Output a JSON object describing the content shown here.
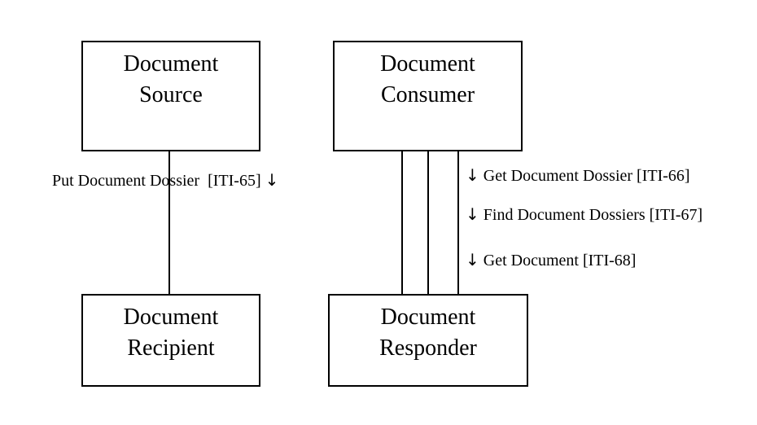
{
  "actors": {
    "source": {
      "line1": "Document",
      "line2": "Source"
    },
    "consumer": {
      "line1": "Document",
      "line2": "Consumer"
    },
    "recipient": {
      "line1": "Document",
      "line2": "Recipient"
    },
    "responder": {
      "line1": "Document",
      "line2": "Responder"
    }
  },
  "transactions": {
    "put_dossier": {
      "label": "Put Document Dossier",
      "code": "[ITI-65]",
      "arrow": "↓"
    },
    "get_dossier": {
      "arrow": "↓",
      "label": "Get Document Dossier [ITI-66]"
    },
    "find_dossiers": {
      "arrow": "↓",
      "label": "Find Document Dossiers [ITI-67]"
    },
    "get_document": {
      "arrow": "↓",
      "label": "Get Document [ITI-68]"
    }
  }
}
